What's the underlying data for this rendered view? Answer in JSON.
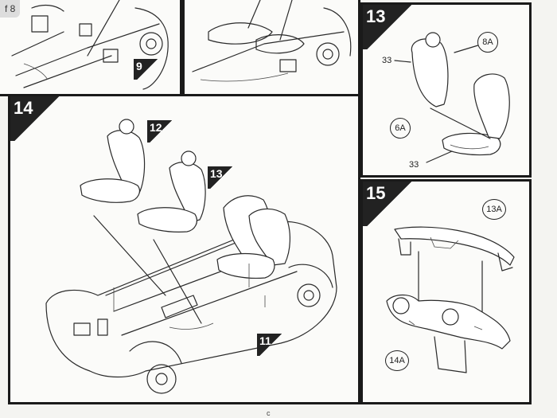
{
  "page_tab": "f 8",
  "footer_mark": "c",
  "steps": {
    "s13": {
      "number": "13",
      "part_circle_top": "8A",
      "part_circle_bottom": "6A",
      "label_top": "33",
      "label_bottom": "33"
    },
    "s14": {
      "number": "14",
      "ref_seat_a": "12",
      "ref_seat_b": "13",
      "ref_chassis": "11"
    },
    "s15": {
      "number": "15",
      "part_top": "13A",
      "part_bottom": "14A"
    },
    "prev_left": {
      "ref": "9"
    }
  }
}
